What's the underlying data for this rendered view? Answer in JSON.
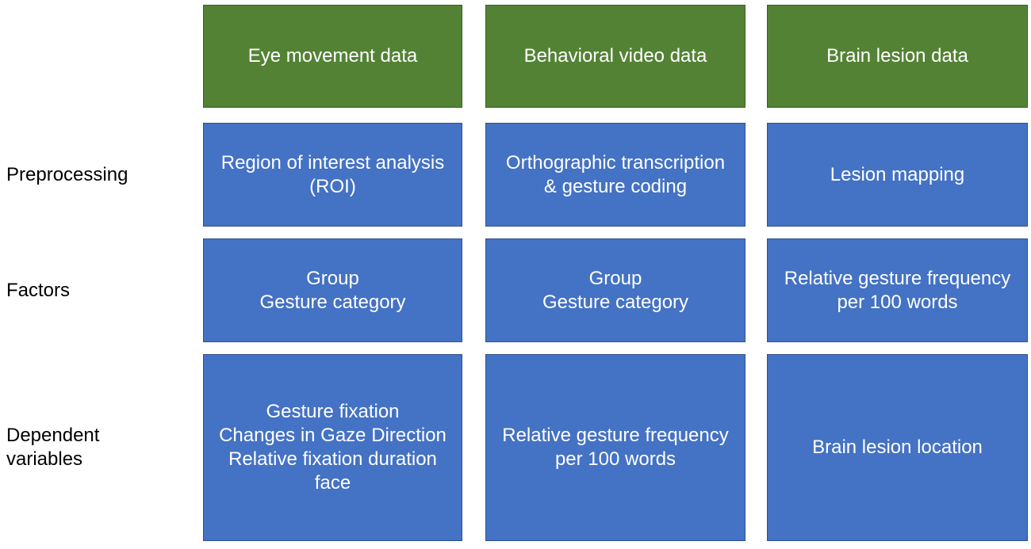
{
  "headers": [
    "Eye movement data",
    "Behavioral video data",
    "Brain lesion data"
  ],
  "rows": [
    {
      "label": "Preprocessing",
      "cells": [
        "Region of interest analysis\n(ROI)",
        "Orthographic transcription\n& gesture coding",
        "Lesion mapping"
      ]
    },
    {
      "label": "Factors",
      "cells": [
        "Group\nGesture category",
        "Group\nGesture category",
        "Relative gesture frequency\nper 100 words"
      ]
    },
    {
      "label": "Dependent\nvariables",
      "cells": [
        "Gesture fixation\nChanges in Gaze Direction\nRelative fixation duration\nface",
        "Relative gesture frequency\nper 100 words",
        "Brain lesion location"
      ]
    }
  ],
  "colors": {
    "header_fill": "#548235",
    "cell_fill": "#4472c4",
    "text_on_box": "#ffffff",
    "label_text": "#000000"
  }
}
